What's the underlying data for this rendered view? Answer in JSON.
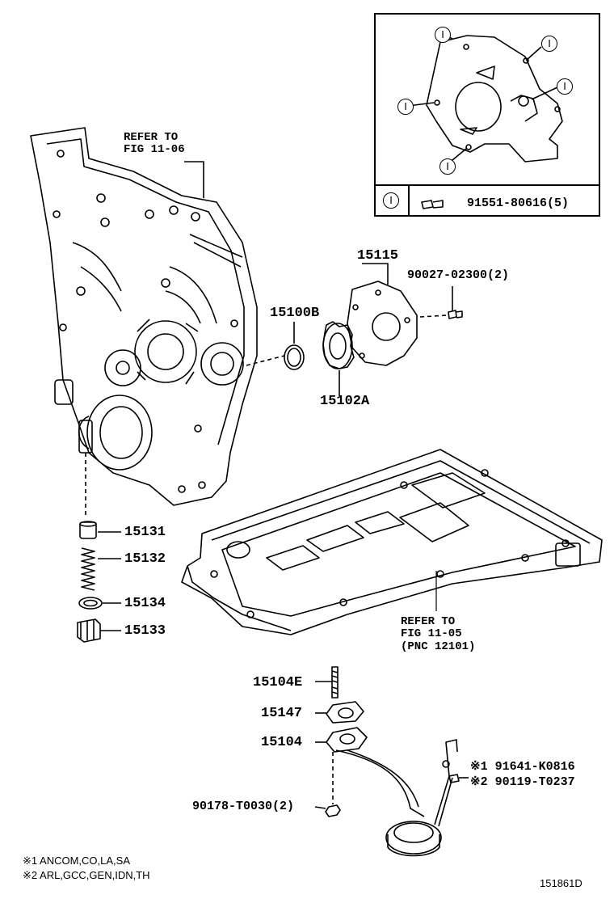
{
  "inset": {
    "marker": "I",
    "legend_part": "91551-80616(5)"
  },
  "refs": {
    "fig_11_06": "REFER TO\nFIG 11-06",
    "fig_11_05": "REFER TO\nFIG 11-05\n(PNC 12101)"
  },
  "parts": {
    "p15115": "15115",
    "p90027": "90027-02300(2)",
    "p15100B": "15100B",
    "p15102A": "15102A",
    "p15131": "15131",
    "p15132": "15132",
    "p15134": "15134",
    "p15133": "15133",
    "p15104E": "15104E",
    "p15147": "15147",
    "p15104": "15104",
    "p91641": "※1 91641-K0816",
    "p90119": "※2 90119-T0237",
    "p90178": "90178-T0030(2)"
  },
  "notes": {
    "n1": "※1 ANCOM,CO,LA,SA",
    "n2": "※2 ARL,GCC,GEN,IDN,TH"
  },
  "figure_id": "151861D"
}
